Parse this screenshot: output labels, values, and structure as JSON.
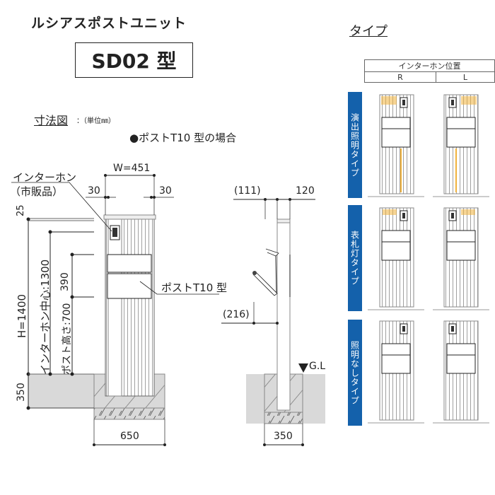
{
  "header": {
    "series_name": "ルシアスポストユニット",
    "model": "SD02 型"
  },
  "dimension_section": {
    "title": "寸法図",
    "unit_note": "：（単位㎜）",
    "case_note": "●ポストT10 型の場合"
  },
  "front_view": {
    "intercom_label_1": "インターホン",
    "intercom_label_2": "（市販品）",
    "width": "W=451",
    "left_offset": "30",
    "right_offset": "30",
    "top_cap": "25",
    "height": "H=1400",
    "intercom_center": "インターホン中心:1300",
    "post_slot": "390",
    "post_height": "ポスト高さ:700",
    "post_label": "ポストT10 型",
    "foundation_depth": "350",
    "foundation_width": "650"
  },
  "side_view": {
    "left_offset": "(111)",
    "depth": "120",
    "post_projection": "(216)",
    "ground_level": "G.L",
    "foundation_width": "350"
  },
  "types_section": {
    "title": "タイプ",
    "intercom_position_header": "インターホン位置",
    "positions": [
      "R",
      "L"
    ],
    "types": [
      {
        "label": "演出照明タイプ",
        "lighting": "full"
      },
      {
        "label": "表札灯タイプ",
        "lighting": "top"
      },
      {
        "label": "照明なしタイプ",
        "lighting": "none"
      }
    ]
  },
  "colors": {
    "type_label_bg": "#1461ab",
    "light_accent": "#f0b23c",
    "ground_fill": "#d9d9d9"
  }
}
